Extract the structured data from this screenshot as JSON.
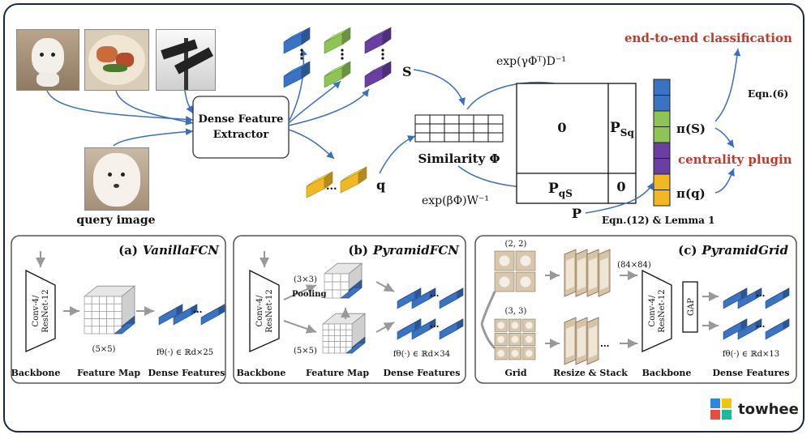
{
  "top": {
    "extractor_label_1": "Dense Feature",
    "extractor_label_2": "Extractor",
    "query_label": "query image",
    "S_label": "S",
    "q_label": "q",
    "similarity_label": "Similarity  Φ",
    "exp_gamma": "exp(γΦᵀ)D⁻¹",
    "exp_beta": "exp(βΦ)W⁻¹",
    "matrix_zero_1": "0",
    "matrix_zero_2": "0",
    "P_Sq": "P",
    "P_Sq_sub": "Sq",
    "P_qS": "P",
    "P_qS_sub": "qS",
    "P_label": "P",
    "pi_S": "π(S)",
    "pi_q": "π(q)",
    "eqn6": "Eqn.(6)",
    "eqn12": "Eqn.(12) & Lemma 1",
    "end_to_end": "end-to-end classification",
    "centrality": "centrality plugin",
    "dots": "..."
  },
  "panel_a": {
    "title_prefix": "(a)",
    "title": "VanillaFCN",
    "backbone_text_1": "Conv-4/",
    "backbone_text_2": "ResNet-12",
    "size": "(5×5)",
    "formula": "fθ(·) ∈ ℝd×25",
    "label_backbone": "Backbone",
    "label_feature_map": "Feature Map",
    "label_dense": "Dense Features"
  },
  "panel_b": {
    "title_prefix": "(b)",
    "title": "PyramidFCN",
    "backbone_text_1": "Conv-4/",
    "backbone_text_2": "ResNet-12",
    "pool_size": "(3×3)",
    "pooling": "Pooling",
    "size": "(5×5)",
    "formula": "fθ(·) ∈ ℝd×34",
    "label_backbone": "Backbone",
    "label_feature_map": "Feature Map",
    "label_dense": "Dense Features"
  },
  "panel_c": {
    "title_prefix": "(c)",
    "title": "PyramidGrid",
    "grid_22": "(2, 2)",
    "grid_33": "(3, 3)",
    "resize_size": "(84×84)",
    "backbone_text_1": "Conv-4/",
    "backbone_text_2": "ResNet-12",
    "gap": "GAP",
    "formula": "fθ(·) ∈ ℝd×13",
    "label_grid": "Grid",
    "label_resize": "Resize & Stack",
    "label_backbone": "Backbone",
    "label_dense": "Dense Features"
  },
  "brand": {
    "name": "towhee"
  },
  "colors": {
    "blue": "#3a73c4",
    "green": "#8dc455",
    "purple": "#6a3fa0",
    "yellow": "#f0b824",
    "red": "#c0392b"
  }
}
